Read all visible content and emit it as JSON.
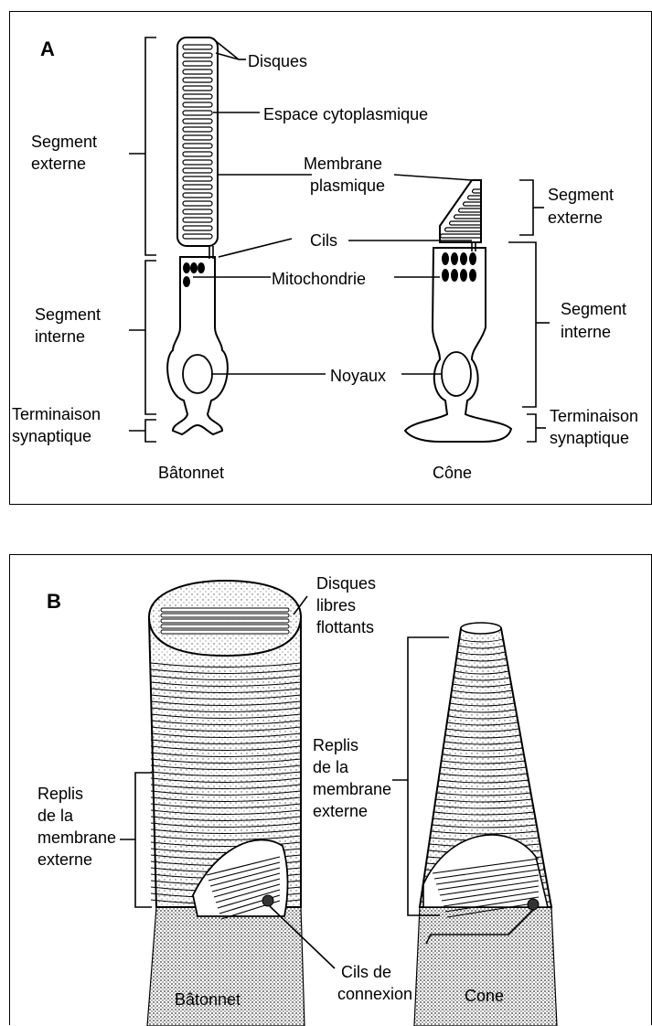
{
  "panel_a": {
    "letter": "A",
    "disques": "Disques",
    "espace": "Espace cytoplasmique",
    "membrane_1": "Membrane",
    "membrane_2": "plasmique",
    "cils": "Cils",
    "mitochondrie": "Mitochondrie",
    "noyaux": "Noyaux",
    "seg_ext_left_1": "Segment",
    "seg_ext_left_2": "externe",
    "seg_int_left_1": "Segment",
    "seg_int_left_2": "interne",
    "term_left_1": "Terminaison",
    "term_left_2": "synaptique",
    "seg_ext_right_1": "Segment",
    "seg_ext_right_2": "externe",
    "seg_int_right_1": "Segment",
    "seg_int_right_2": "interne",
    "term_right_1": "Terminaison",
    "term_right_2": "synaptique",
    "rod_caption": "Bâtonnet",
    "cone_caption": "Cône"
  },
  "panel_b": {
    "letter": "B",
    "disques_1": "Disques",
    "disques_2": "libres",
    "disques_3": "flottants",
    "replis_left_1": "Replis",
    "replis_left_2": "de la",
    "replis_left_3": "membrane",
    "replis_left_4": "externe",
    "replis_right_1": "Replis",
    "replis_right_2": "de la",
    "replis_right_3": "membrane",
    "replis_right_4": "externe",
    "cils_1": "Cils de",
    "cils_2": "connexion",
    "rod_caption": "Bâtonnet",
    "cone_caption": "Cone"
  }
}
